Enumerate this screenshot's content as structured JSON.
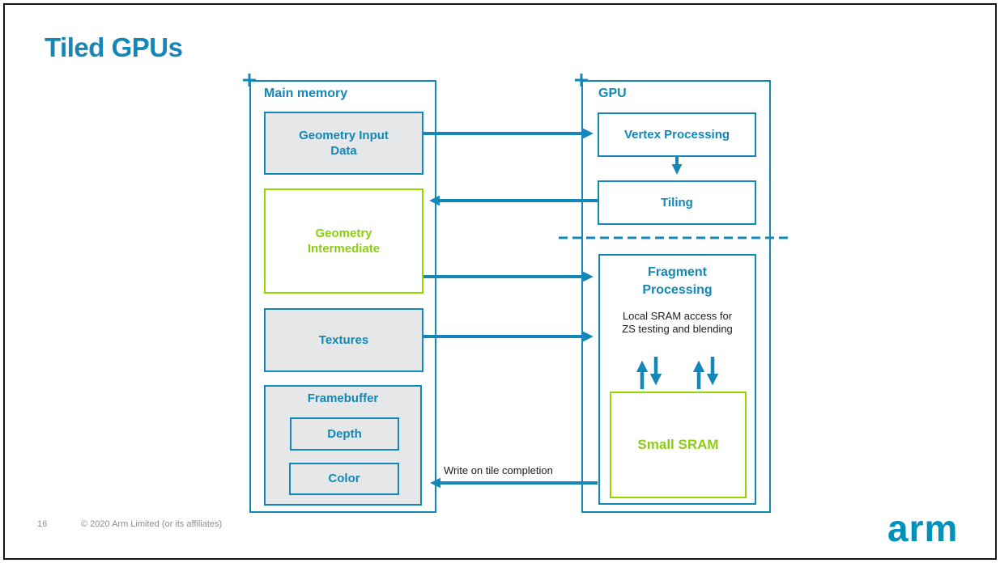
{
  "slide": {
    "title": "Tiled GPUs",
    "page_number": "16",
    "copyright": "© 2020 Arm Limited (or its affiliates)",
    "logo_text": "arm"
  },
  "colors": {
    "blue": "#1287b8",
    "green": "#95d600",
    "gray_fill": "#e6e7e8",
    "logo_blue": "#0091bd",
    "annotation_black": "#1c1c1c",
    "footer_gray": "#8a8f94"
  },
  "main_memory": {
    "label": "Main memory",
    "geometry_input": "Geometry Input\nData",
    "geometry_intermediate": "Geometry\nIntermediate",
    "textures": "Textures",
    "framebuffer": "Framebuffer",
    "depth": "Depth",
    "color": "Color"
  },
  "gpu": {
    "label": "GPU",
    "vertex_processing": "Vertex Processing",
    "tiling": "Tiling",
    "fragment_processing": "Fragment\nProcessing",
    "sram_note": "Local SRAM access for\nZS testing and blending",
    "small_sram": "Small SRAM"
  },
  "annotations": {
    "write_on_tile": "Write on tile completion"
  },
  "icons": {
    "anchor_marker": "plus-cross"
  }
}
